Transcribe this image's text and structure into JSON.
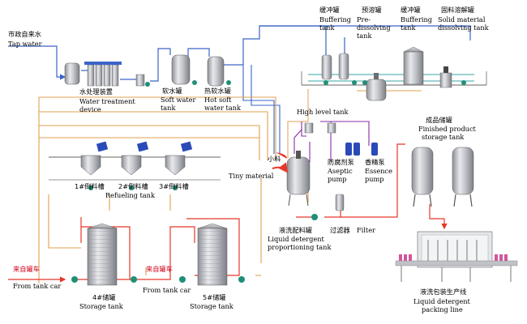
{
  "labels": {
    "tap_cn": "市政自来水",
    "tap_en": "Tap water",
    "wt_cn": "水处理装置",
    "wt_en1": "Water treatment",
    "wt_en2": "device",
    "soft_cn": "软水罐",
    "soft_en1": "Soft water",
    "soft_en2": "tank",
    "hot_cn": "热软水罐",
    "hot_en1": "Hot soft",
    "hot_en2": "water tank",
    "buf1_cn": "缓冲罐",
    "buf1_en1": "Buffering",
    "buf1_en2": "tank",
    "pre_cn": "预溶罐",
    "pre_en1": "Pre-",
    "pre_en2": "dissolving",
    "pre_en3": "tank",
    "buf2_cn": "缓冲罐",
    "buf2_en1": "Buffering",
    "buf2_en2": "tank",
    "solid_cn": "固料溶解罐",
    "solid_en1": "Solid material",
    "solid_en2": "dissolving tank",
    "high_en": "High level tank",
    "finished_cn": "成品储罐",
    "finished_en1": "Finished product",
    "finished_en2": "storage tank",
    "refuel1": "1#倒料槽",
    "refuel2": "2#倒料槽",
    "refuel_en": "Refueling tank",
    "refuel3": "3#倒料槽",
    "tiny_cn": "小料",
    "tiny_en": "Tiny material",
    "aseptic_cn": "防腐剂泵",
    "aseptic_en1": "Aseptic",
    "aseptic_en2": "pump",
    "essence_cn": "香精泵",
    "essence_en1": "Essence",
    "essence_en2": "pump",
    "prop_cn": "液洗配料罐",
    "prop_en1": "Liquid detergent",
    "prop_en2": "proportioning tank",
    "filter_cn": "过滤器",
    "filter_en": "Filter",
    "from1_cn": "来自罐车",
    "from1_en": "From tank car",
    "st4_cn": "4#储罐",
    "st4_en": "Storage tank",
    "from2_cn": "来自罐车",
    "from2_en": "From tank car",
    "st5_cn": "5#储罐",
    "st5_en": "Storage tank",
    "pack_cn": "液洗包装生产线",
    "pack_en1": "Liquid detergent",
    "pack_en2": "packing line"
  },
  "colors": {
    "water_line": "#3a64c8",
    "feed_line": "#e0a050",
    "product_line": "#e8362a",
    "additive_line": "#8a2aa8",
    "steam_line": "#3aa6a6",
    "tank_steel": "#b9bcc2",
    "pump_green": "#1f8f78"
  }
}
